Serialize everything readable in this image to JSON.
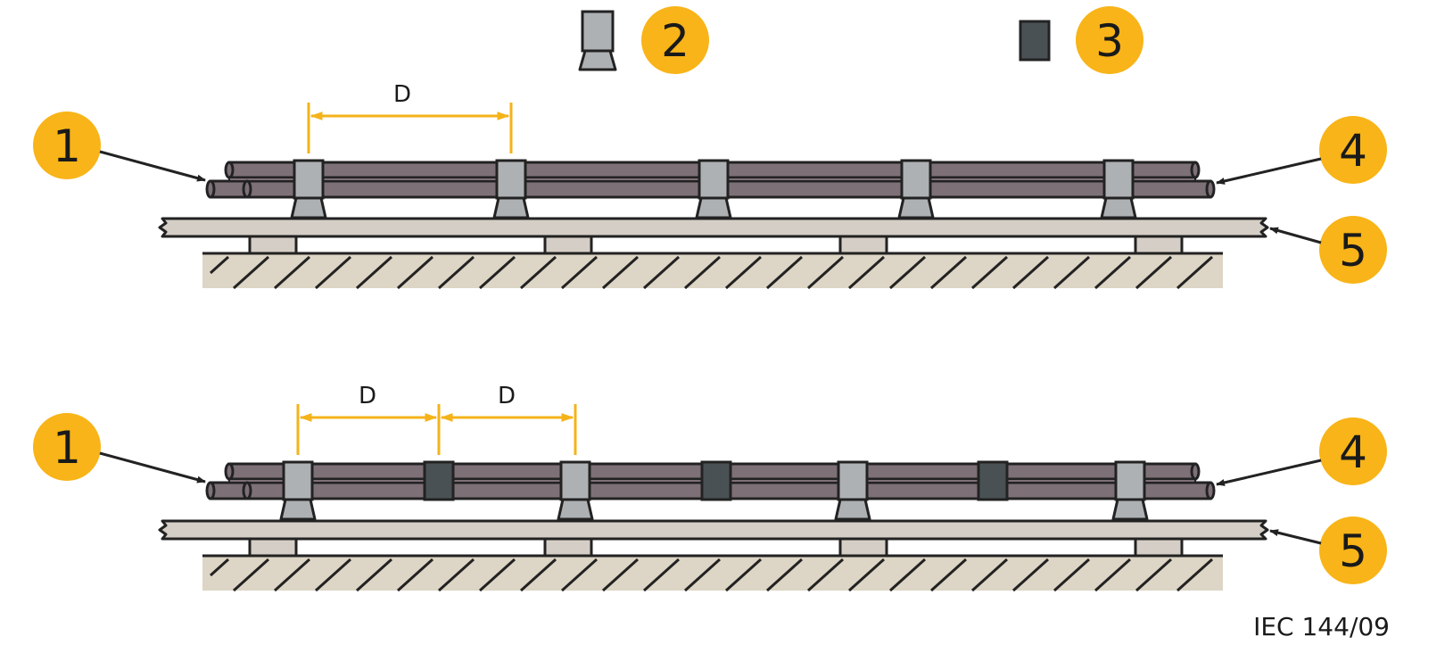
{
  "callouts": {
    "c1": "1",
    "c2": "2",
    "c3": "3",
    "c4": "4",
    "c5": "5"
  },
  "dimension_label": "D",
  "reference": "IEC 144/09",
  "colors": {
    "callout": "#F8B418",
    "cable": "#7E7077",
    "outline": "#222222",
    "support_light": "#AEB1B4",
    "support_dark": "#4A5154",
    "tray": "#D5CEC6",
    "ground": "#DDD5C5",
    "dimension": "#F5B31A"
  }
}
